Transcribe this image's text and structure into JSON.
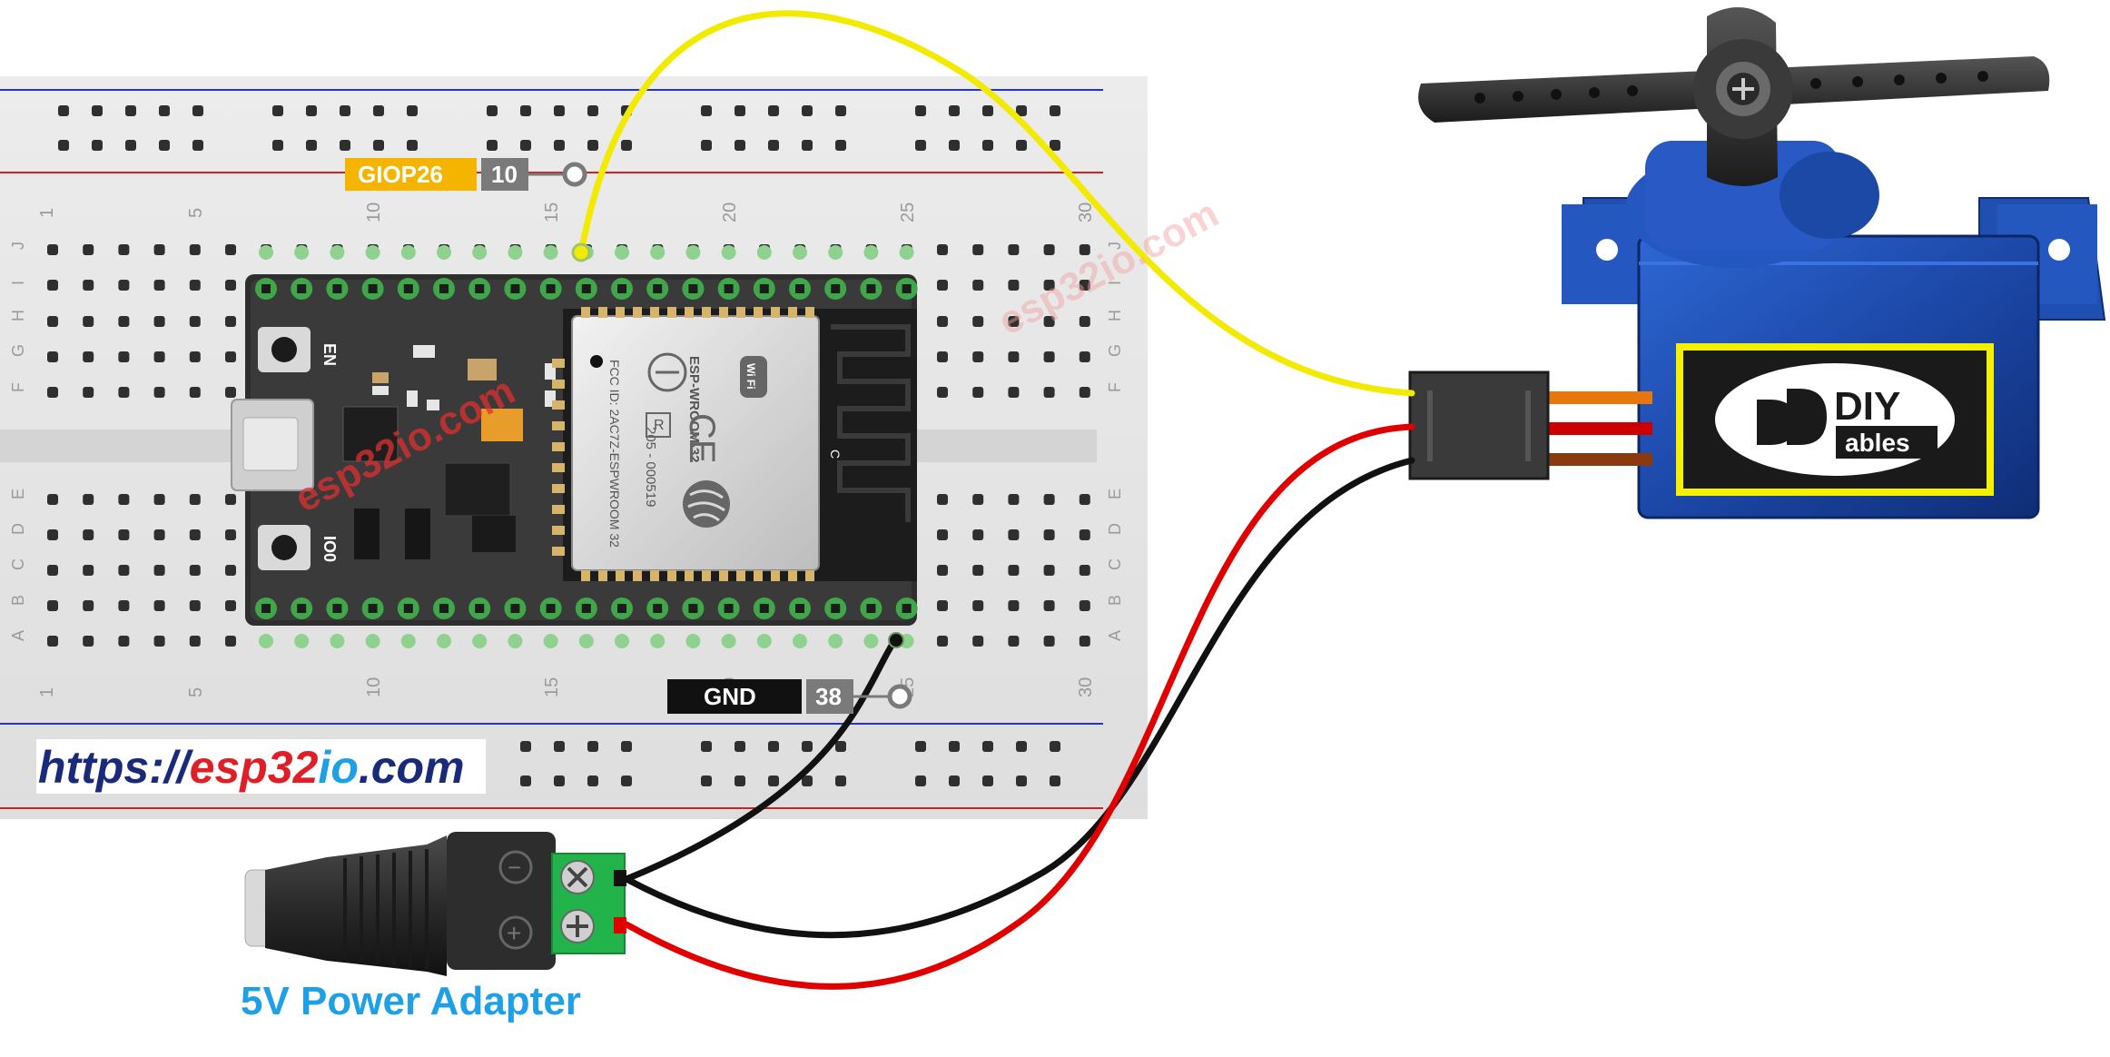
{
  "breadboard": {
    "row_letters_top": [
      "J",
      "I",
      "H",
      "G",
      "F"
    ],
    "row_letters_bottom": [
      "E",
      "D",
      "C",
      "B",
      "A"
    ],
    "column_numbers": [
      "1",
      "5",
      "10",
      "15",
      "20",
      "25",
      "30"
    ]
  },
  "pin_labels": {
    "signal": {
      "name": "GIOP26",
      "number": "10"
    },
    "ground": {
      "name": "GND",
      "number": "38"
    }
  },
  "esp32": {
    "button_en": "EN",
    "button_io0": "IO0",
    "module_lines": [
      "ESP-WROOM-32",
      "205 - 000519"
    ],
    "fcc_lines": [
      "FCC ID: 2AC7Z-ESPWROOM 32"
    ],
    "wifi_badge": "Wi Fi",
    "ce_mark": "CE",
    "r_mark": "R",
    "antenna_label": "C"
  },
  "servo": {
    "brand_top": "DIY",
    "brand_bottom": "ables",
    "logo_icon": "diyables-logo-icon",
    "wire_colors": [
      "#e8760a",
      "#cc0000",
      "#8b3a0f"
    ]
  },
  "adapter": {
    "label": "5V Power Adapter",
    "terminal_minus": "−",
    "terminal_plus": "+"
  },
  "website": {
    "prefix": "https://",
    "brand_a": "esp32",
    "brand_b": "io",
    "suffix": ".com"
  },
  "watermarks": [
    "esp32io.com",
    "esp32io.com"
  ],
  "colors": {
    "signal_wire": "#f2ea00",
    "power_wire": "#e00000",
    "ground_wire": "#111111",
    "signal_label_bg": "#f5b400",
    "pin_number_bg": "#7a7a7a",
    "adapter_label": "#1ea0e6",
    "servo_blue": "#1f4fb0",
    "terminal_green": "#22b34a"
  }
}
